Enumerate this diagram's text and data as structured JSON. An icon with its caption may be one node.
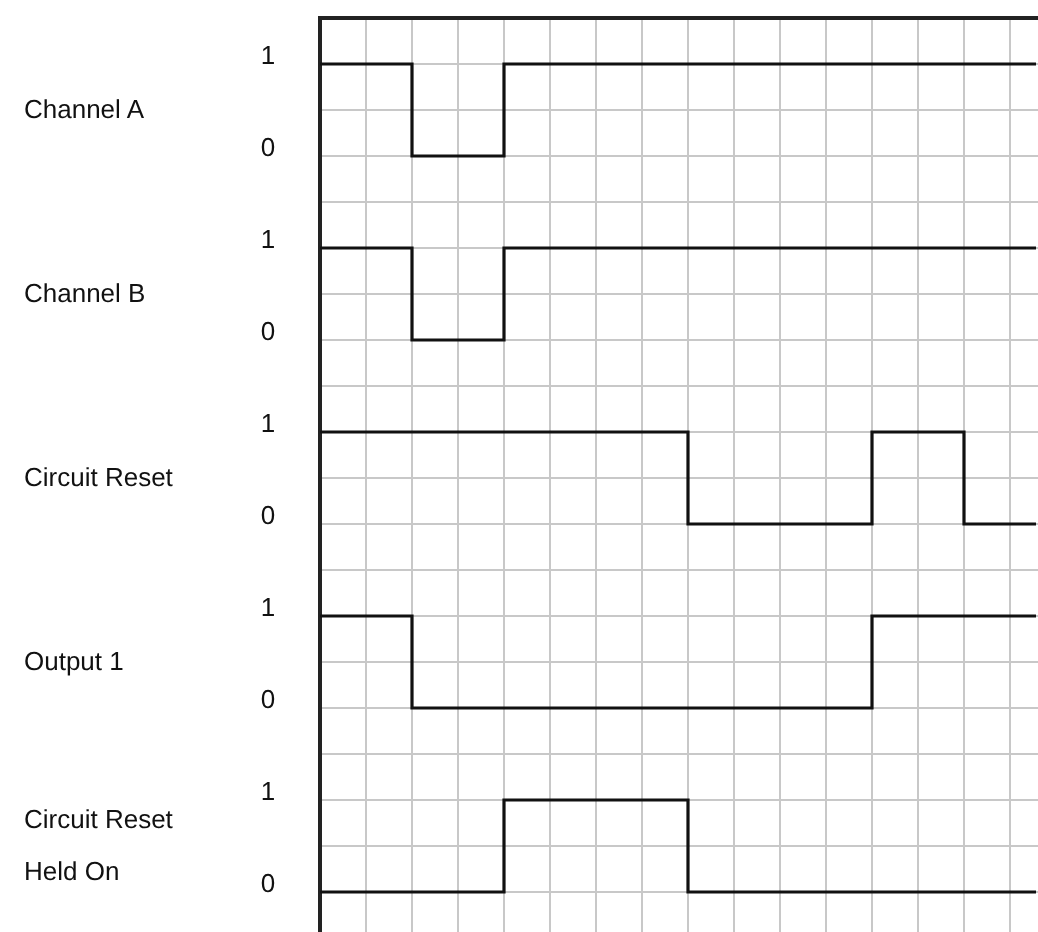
{
  "diagram": {
    "labels": [
      "1",
      "Channel A",
      "0",
      "1",
      "Channel B",
      "0",
      "1",
      "Circuit Reset",
      "0",
      "1",
      "Output 1",
      "0",
      "Circuit Reset Held On",
      "1",
      "0"
    ]
  }
}
